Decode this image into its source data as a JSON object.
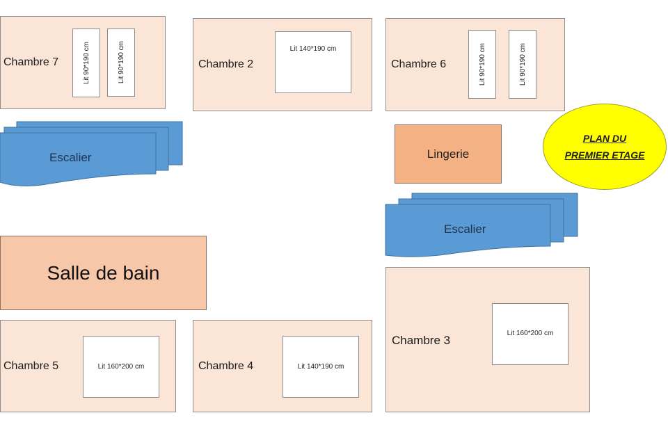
{
  "title": {
    "line1": "PLAN DU",
    "line2": "PREMIER ETAGE"
  },
  "colors": {
    "room": "#fbe5d6",
    "lingerie": "#f4b183",
    "stairs": "#5b9bd5",
    "title_bg": "#ffff00"
  },
  "rooms": {
    "chambre7": {
      "label": "Chambre 7",
      "beds": [
        "Lit 90*190  cm",
        "Lit 90*190  cm"
      ]
    },
    "chambre2": {
      "label": "Chambre 2",
      "beds": [
        "Lit 140*190  cm"
      ]
    },
    "chambre6": {
      "label": "Chambre 6",
      "beds": [
        "Lit 90*190  cm",
        "Lit 90*190  cm"
      ]
    },
    "chambre5": {
      "label": "Chambre 5",
      "beds": [
        "Lit 160*200  cm"
      ]
    },
    "chambre4": {
      "label": "Chambre 4",
      "beds": [
        "Lit 140*190  cm"
      ]
    },
    "chambre3": {
      "label": "Chambre 3",
      "beds": [
        "Lit 160*200  cm"
      ]
    }
  },
  "lingerie": "Lingerie",
  "salle_de_bain": "Salle de bain",
  "stairs": [
    "Escalier",
    "Escalier"
  ]
}
